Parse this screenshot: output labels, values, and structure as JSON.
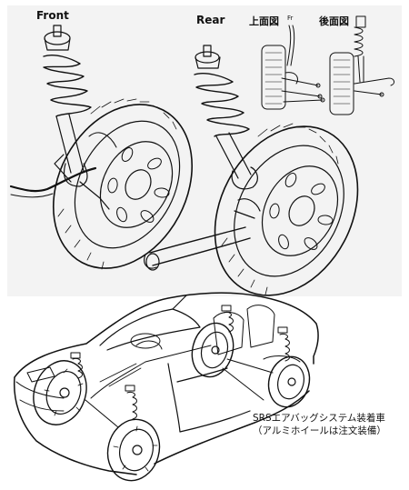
{
  "labels": {
    "front": "Front",
    "rear": "Rear",
    "top_view": "上面図",
    "rear_view": "後面図",
    "top_view_marker": "Fr",
    "caption_line1": "SRSエアバッグシステム装着車",
    "caption_line2": "（アルミホイールは注文装備）"
  },
  "colors": {
    "panel": "#f3f3f3",
    "ink": "#111111"
  }
}
